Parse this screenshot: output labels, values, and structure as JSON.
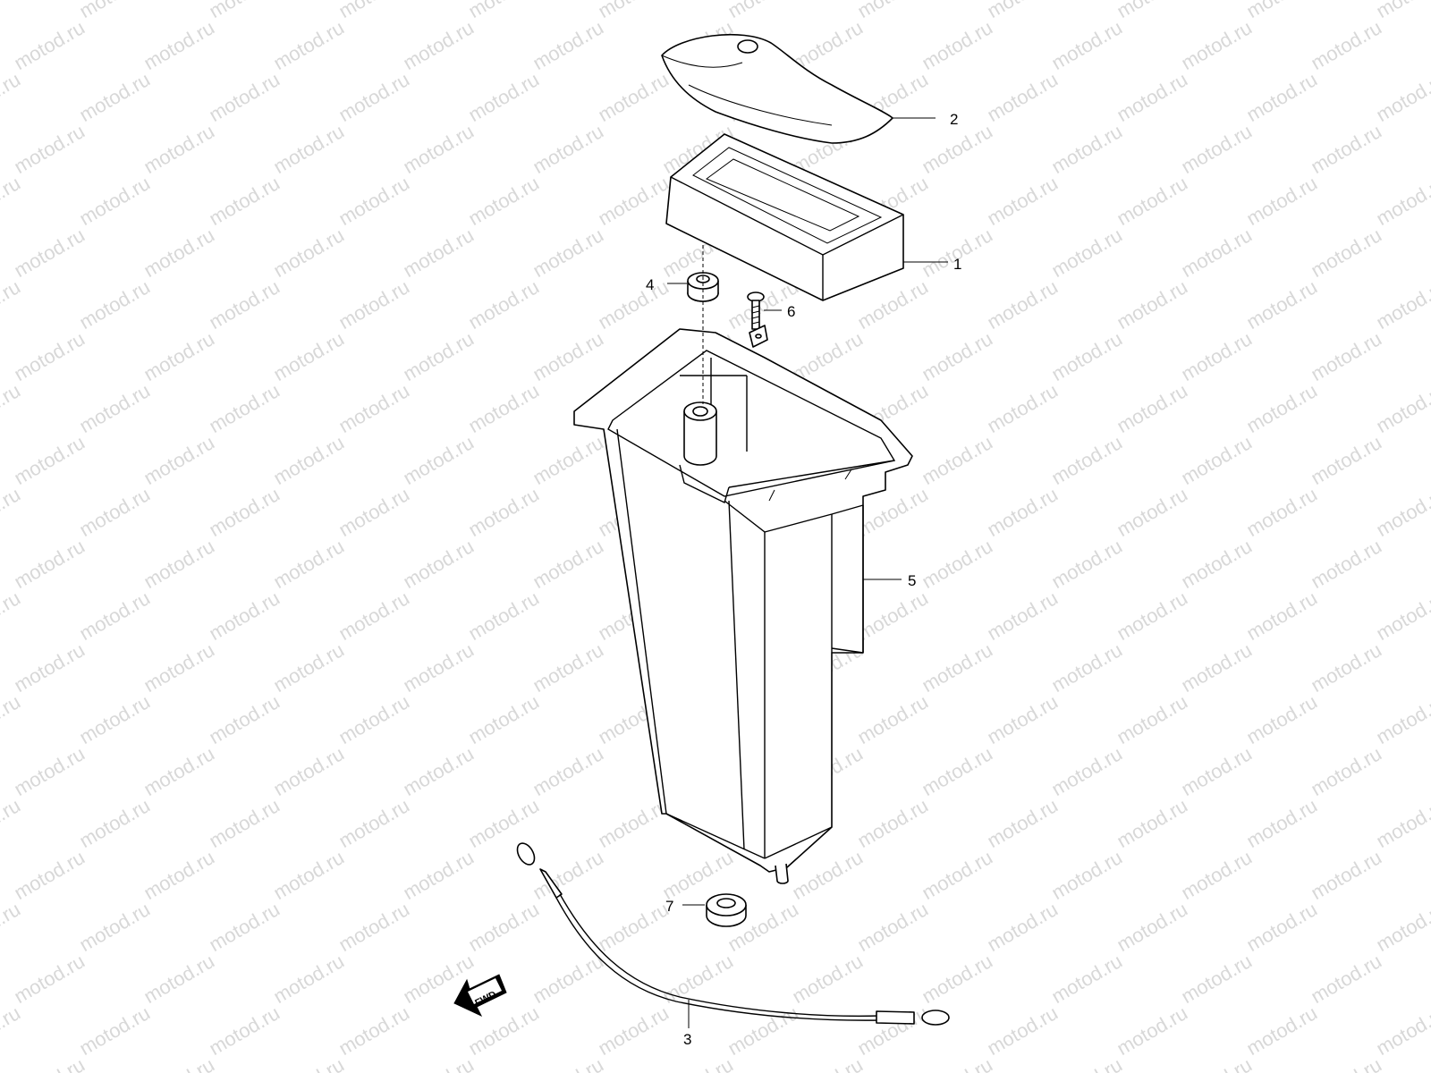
{
  "watermark": {
    "text": "motod.ru"
  },
  "fwd_label": "FWD",
  "callouts": [
    {
      "id": "1",
      "label": "1"
    },
    {
      "id": "2",
      "label": "2"
    },
    {
      "id": "3",
      "label": "3"
    },
    {
      "id": "4",
      "label": "4"
    },
    {
      "id": "5",
      "label": "5"
    },
    {
      "id": "6",
      "label": "6"
    },
    {
      "id": "7",
      "label": "7"
    }
  ]
}
